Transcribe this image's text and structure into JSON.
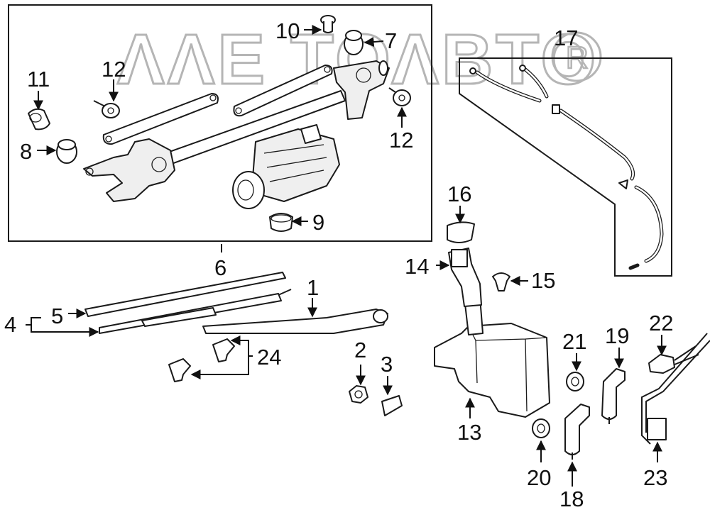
{
  "watermark": {
    "text": "ΛΛΕ ΤΟΛΒΤΟ"
  },
  "callouts": [
    {
      "id": "1",
      "label": "1"
    },
    {
      "id": "2",
      "label": "2"
    },
    {
      "id": "3",
      "label": "3"
    },
    {
      "id": "4",
      "label": "4"
    },
    {
      "id": "5",
      "label": "5"
    },
    {
      "id": "6",
      "label": "6"
    },
    {
      "id": "7",
      "label": "7"
    },
    {
      "id": "8",
      "label": "8"
    },
    {
      "id": "9",
      "label": "9"
    },
    {
      "id": "10",
      "label": "10"
    },
    {
      "id": "11",
      "label": "11"
    },
    {
      "id": "12a",
      "label": "12"
    },
    {
      "id": "12b",
      "label": "12"
    },
    {
      "id": "13",
      "label": "13"
    },
    {
      "id": "14",
      "label": "14"
    },
    {
      "id": "15",
      "label": "15"
    },
    {
      "id": "16",
      "label": "16"
    },
    {
      "id": "17",
      "label": "17"
    },
    {
      "id": "18",
      "label": "18"
    },
    {
      "id": "19",
      "label": "19"
    },
    {
      "id": "20",
      "label": "20"
    },
    {
      "id": "21",
      "label": "21"
    },
    {
      "id": "22",
      "label": "22"
    },
    {
      "id": "23",
      "label": "23"
    },
    {
      "id": "24",
      "label": "24"
    }
  ]
}
